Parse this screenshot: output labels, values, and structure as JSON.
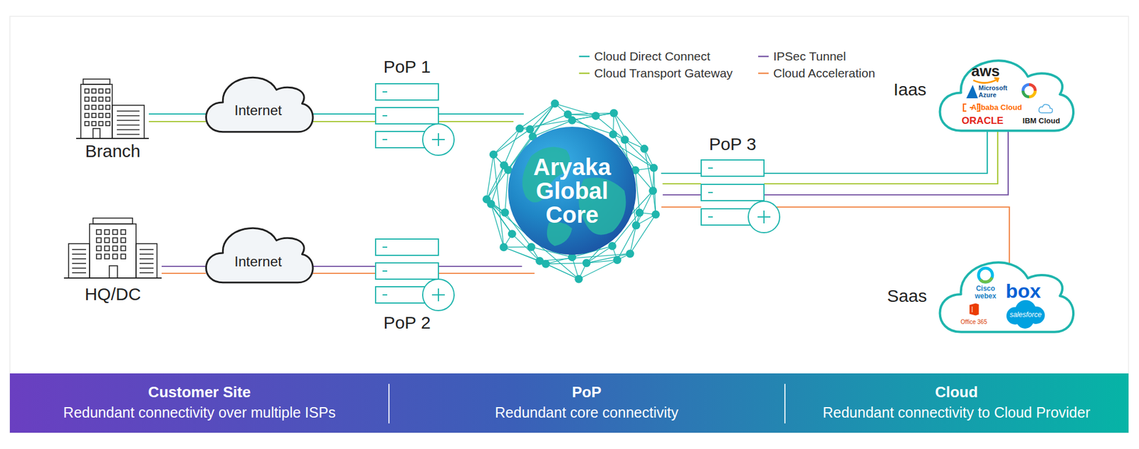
{
  "diagram": {
    "nodes": [
      {
        "text": [
          "Branch"
        ]
      },
      {
        "text": [
          "Internet"
        ]
      },
      {
        "text": [
          "PoP 1"
        ]
      },
      {
        "text": [
          "Aryaka Global Core"
        ]
      },
      {
        "text": [
          "PoP 3"
        ]
      },
      {
        "text": [
          "Iaas",
          "aws",
          "Microsoft Azure",
          "Alibaba Cloud",
          "ORACLE",
          "IBM Cloud"
        ]
      },
      {
        "text": [
          "HQ/DC"
        ]
      },
      {
        "text": [
          "Internet"
        ]
      },
      {
        "text": [
          "PoP 2"
        ]
      },
      {
        "text": [
          "Saas",
          "Cisco webex",
          "box",
          "Office 365",
          "salesforce"
        ]
      },
      {
        "text": [
          "Customer Site",
          "Redundant connectivity over multiple ISPs"
        ]
      },
      {
        "text": [
          "PoP",
          "Redundant core connectivity"
        ]
      },
      {
        "text": [
          "Cloud",
          "Redundant connectivity to Cloud Provider"
        ]
      }
    ],
    "edges": [
      {
        "from": 0,
        "to": 1,
        "arrow": "none"
      },
      {
        "from": 1,
        "to": 2,
        "arrow": "none"
      },
      {
        "from": 2,
        "to": 3,
        "arrow": "none"
      },
      {
        "from": 6,
        "to": 7,
        "arrow": "none"
      },
      {
        "from": 7,
        "to": 8,
        "arrow": "none"
      },
      {
        "from": 8,
        "to": 3,
        "arrow": "none"
      },
      {
        "from": 3,
        "to": 4,
        "arrow": "none"
      },
      {
        "from": 4,
        "to": 5,
        "arrow": "none"
      },
      {
        "from": 4,
        "to": 9,
        "arrow": "none"
      }
    ],
    "legend": [
      {
        "text": "Cloud Direct Connect"
      },
      {
        "text": "IPSec Tunnel"
      },
      {
        "text": "Cloud Transport Gateway"
      },
      {
        "text": "Cloud Acceleration"
      }
    ]
  }
}
